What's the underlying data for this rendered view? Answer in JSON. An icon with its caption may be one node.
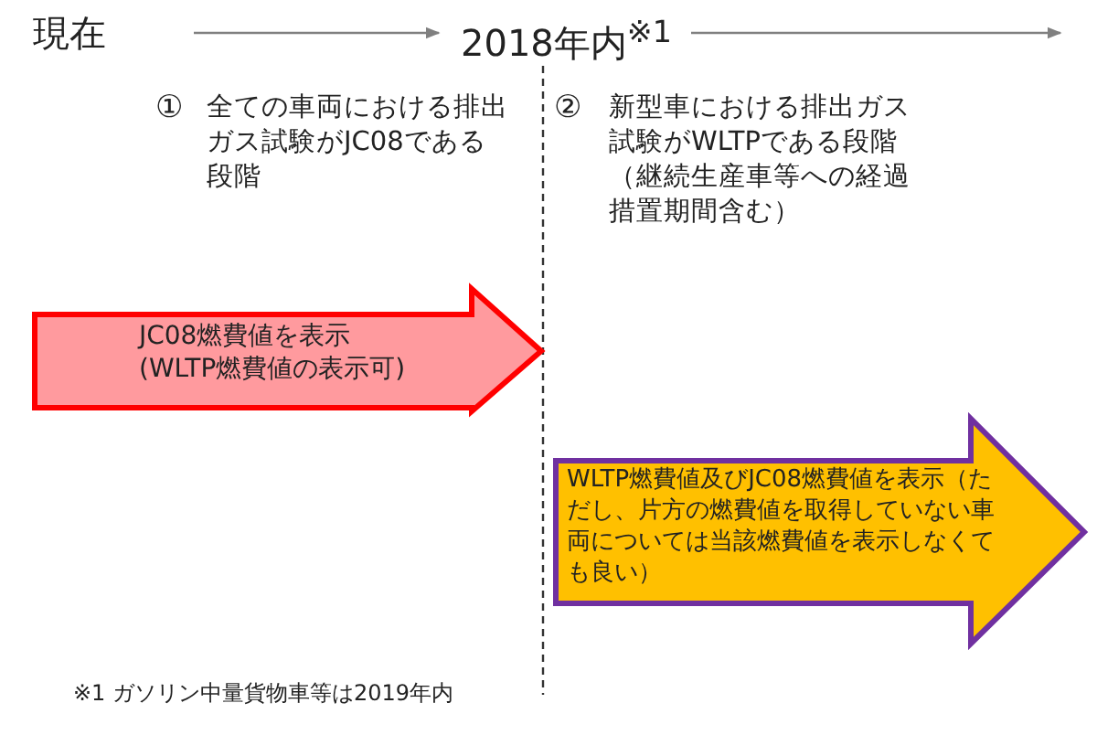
{
  "diagram": {
    "nodes": [
      {
        "text": [
          "現在"
        ]
      },
      {
        "text": [
          "2018年内$^{※1}$"
        ]
      },
      {
        "text": [
          "JC08燃費値を表示",
          "(WLTP燃費値の表示可)"
        ]
      },
      {
        "text": [
          "WLTP燃費値及びJC08燃費値を表示（ただし、片方の燃費値を取得していない車両については当該燃費値を表示しなくても良い）"
        ]
      }
    ],
    "edges": [
      {
        "from": 0,
        "to": 1,
        "arrow": "to",
        "color": "#808080"
      },
      {
        "from": 1,
        "to": null,
        "arrow": "to",
        "color": "#808080"
      }
    ],
    "labels": [
      "①",
      "全ての車両における排出ガス試験がJC08である段階",
      "②",
      "新型車における排出ガス試験がWLTPである段階（継続生産車等への経過措置期間含む）",
      "※1 ガソリン中量貨物車等は2019年内"
    ]
  }
}
